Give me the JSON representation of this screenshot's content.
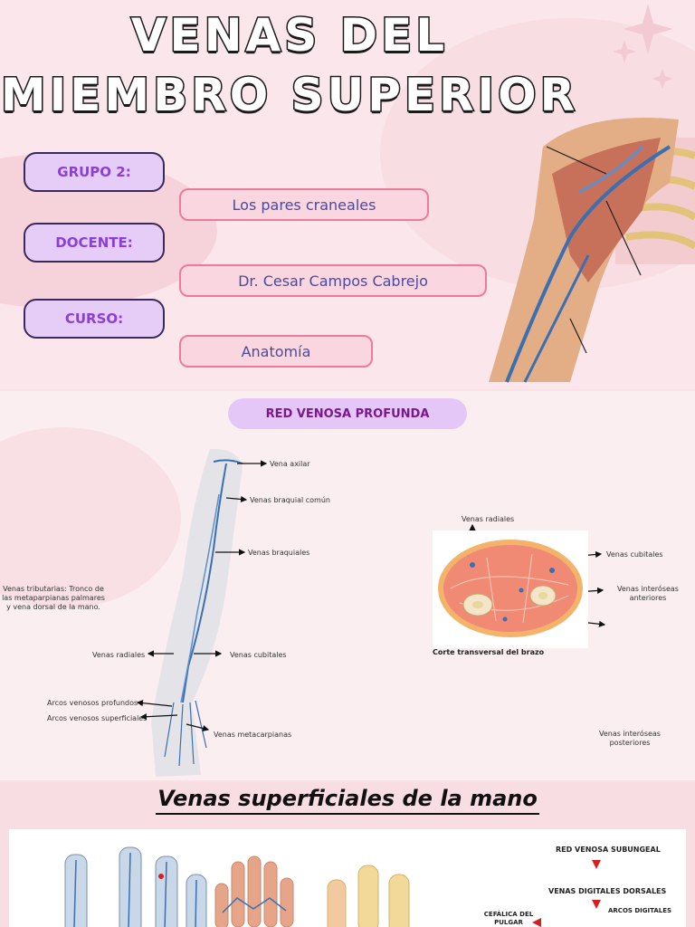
{
  "title": {
    "line1": "VENAS DEL",
    "line2": "MIEMBRO SUPERIOR"
  },
  "info": [
    {
      "label": "GRUPO 2:",
      "value": "Los pares craneales"
    },
    {
      "label": "DOCENTE:",
      "value": "Dr. Cesar Campos Cabrejo"
    },
    {
      "label": "CURSO:",
      "value": "Anatomía"
    }
  ],
  "deep": {
    "section_title": "RED VENOSA PROFUNDA",
    "labels": {
      "axilar": "Vena axilar",
      "braquial_comun": "Venas braquial común",
      "braquiales": "Venas braquiales",
      "tributarias": "Venas tributarias:  Tronco de las metaparpianas palmares y vena dorsal de la mano.",
      "radiales": "Venas radiales",
      "cubitales": "Venas cubitales",
      "arcos_profundos": "Arcos venosos profundos",
      "arcos_superficiales": "Arcos venosos superficiales",
      "metacarpianas": "Venas metacarpianas"
    },
    "cross_section": {
      "radiales": "Venas radiales",
      "cubitales": "Venas cubitales",
      "interoseas_anteriores": "Venas interóseas anteriores",
      "interoseas_posteriores": "Venas interóseas posteriores",
      "caption": "Corte transversal del brazo"
    }
  },
  "superficial": {
    "heading": "Venas superficiales de la mano",
    "flow": {
      "subungeal": "RED VENOSA SUBUNGEAL",
      "digitales_dorsales": "VENAS DIGITALES DORSALES",
      "arcos_digitales": "ARCOS DIGITALES",
      "cefalica": "CEFÁLICA DEL PULGAR"
    }
  },
  "colors": {
    "accent_purple": "#8a3fd6",
    "pill_pink": "#f9d6e0",
    "vein_blue": "#3b6fb0"
  }
}
